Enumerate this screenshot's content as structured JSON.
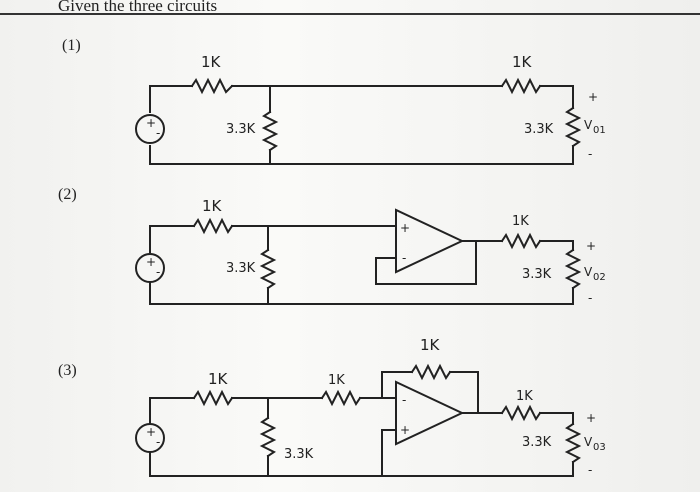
{
  "title": "Given the three circuits",
  "circuit_labels": [
    "(1)",
    "(2)",
    "(3)"
  ],
  "circuit1": {
    "r_top_left": "1K",
    "r_shunt": "3.3K",
    "r_top_right": "1K",
    "r_load": "3.3K",
    "out_plus": "+",
    "out_minus": "-",
    "out_name": "V",
    "out_sub": "01"
  },
  "circuit2": {
    "r_top_left": "1K",
    "r_shunt": "3.3K",
    "r_out": "1K",
    "r_load": "3.3K",
    "opamp_plus": "+",
    "opamp_minus": "-",
    "out_plus": "+",
    "out_minus": "-",
    "out_name": "V",
    "out_sub": "02"
  },
  "circuit3": {
    "r_top_left": "1K",
    "r_shunt": "3.3K",
    "r_in": "1K",
    "r_feedback": "1K",
    "r_out": "1K",
    "r_load": "3.3K",
    "opamp_plus": "+",
    "opamp_minus": "-",
    "out_plus": "+",
    "out_minus": "-",
    "out_name": "V",
    "out_sub": "03"
  },
  "source_symbol": {
    "plus": "+",
    "minus": "-"
  }
}
